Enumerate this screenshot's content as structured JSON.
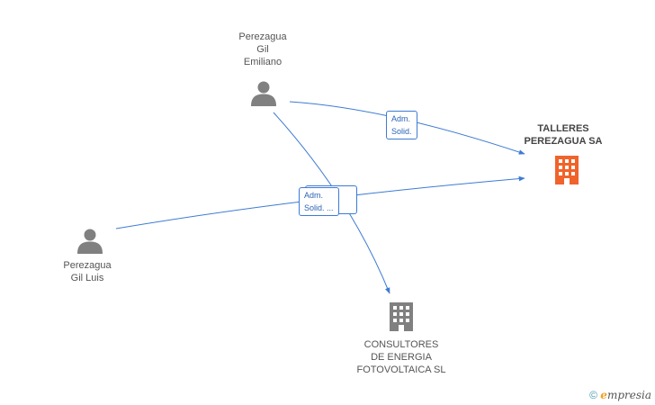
{
  "nodes": {
    "emiliano": {
      "lines": [
        "Perezagua",
        "Gil",
        "Emiliano"
      ]
    },
    "luis": {
      "lines": [
        "Perezagua",
        "Gil Luis"
      ]
    },
    "talleres": {
      "lines": [
        "TALLERES",
        "PEREZAGUA SA"
      ]
    },
    "consultores": {
      "lines": [
        "CONSULTORES",
        "DE ENERGIA",
        "FOTOVOLTAICA SL"
      ]
    }
  },
  "edges": {
    "top": {
      "line1": "Adm.",
      "line2": "Solid."
    },
    "middle": {
      "line1": "Adm.",
      "line2": "Solid.",
      "more": "..."
    }
  },
  "footer": {
    "copyright": "©",
    "brand_initial": "e",
    "brand_rest": "mpresia"
  },
  "colors": {
    "person": "#808080",
    "company_main": "#f0632a",
    "company_other": "#808080",
    "edge": "#3d7bd3"
  }
}
